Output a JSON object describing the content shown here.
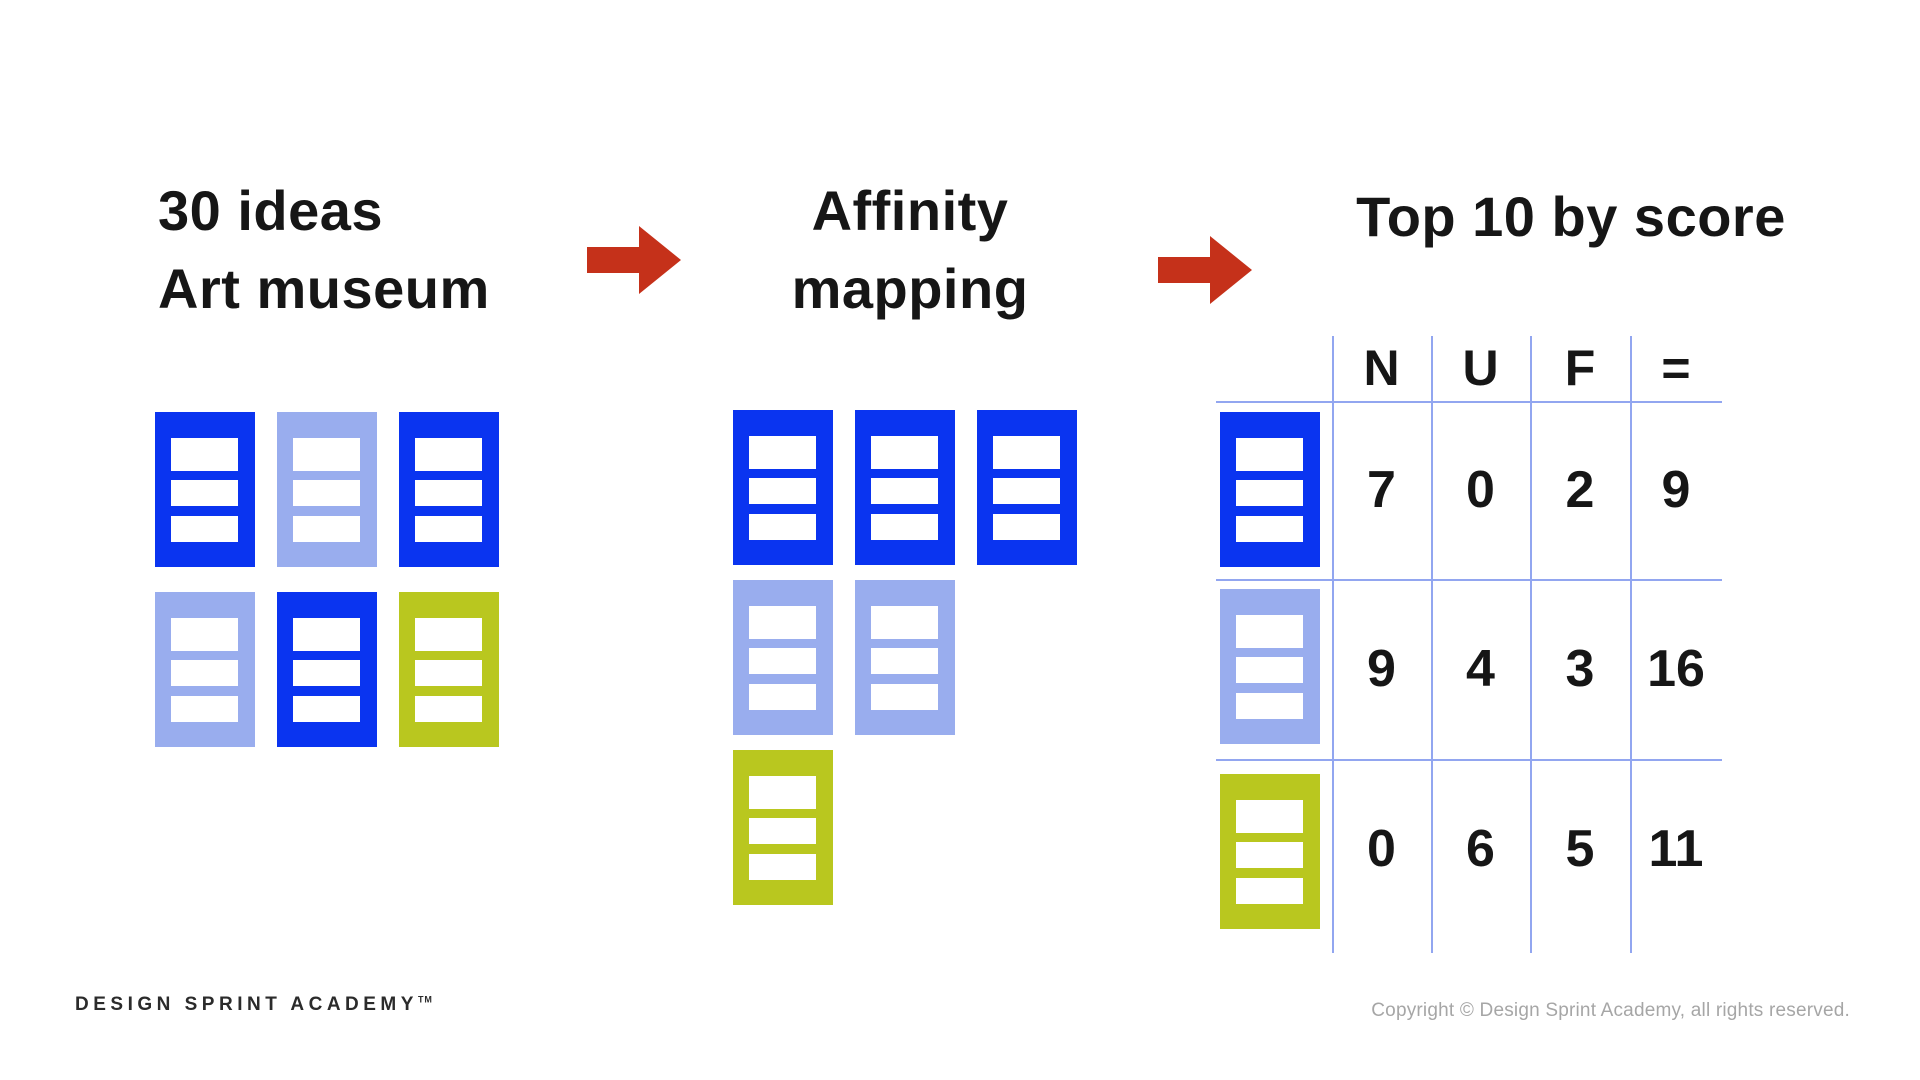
{
  "colors": {
    "blue": "#0a34f0",
    "light_blue": "#99adee",
    "yellow_green": "#b9c71f",
    "arrow_red": "#c5311a",
    "grid_line": "#92a6f0",
    "text_dark": "#161616",
    "logo_dark": "#2b2b2b",
    "copyright_gray": "#a6a6a6"
  },
  "step1": {
    "title_line1": "30 ideas",
    "title_line2": "Art museum"
  },
  "step2": {
    "title_line1": "Affinity",
    "title_line2": "mapping"
  },
  "step3": {
    "title": "Top 10 by score"
  },
  "cards": {
    "left_rows": [
      [
        "blue",
        "light_blue",
        "blue"
      ],
      [
        "light_blue",
        "blue",
        "yellow_green"
      ]
    ],
    "middle_rows": [
      [
        "blue",
        "blue",
        "blue"
      ],
      [
        "light_blue",
        "light_blue"
      ],
      [
        "yellow_green"
      ]
    ]
  },
  "table": {
    "column_headers": [
      "N",
      "U",
      "F",
      "="
    ],
    "rows": [
      {
        "card_color": "blue",
        "values": [
          "7",
          "0",
          "2",
          "9"
        ]
      },
      {
        "card_color": "light_blue",
        "values": [
          "9",
          "4",
          "3",
          "16"
        ]
      },
      {
        "card_color": "yellow_green",
        "values": [
          "0",
          "6",
          "5",
          "11"
        ]
      }
    ]
  },
  "footer": {
    "logo_text": "DESIGN SPRINT ACADEMY",
    "logo_tm": "TM",
    "copyright": "Copyright © Design Sprint Academy, all rights reserved."
  }
}
